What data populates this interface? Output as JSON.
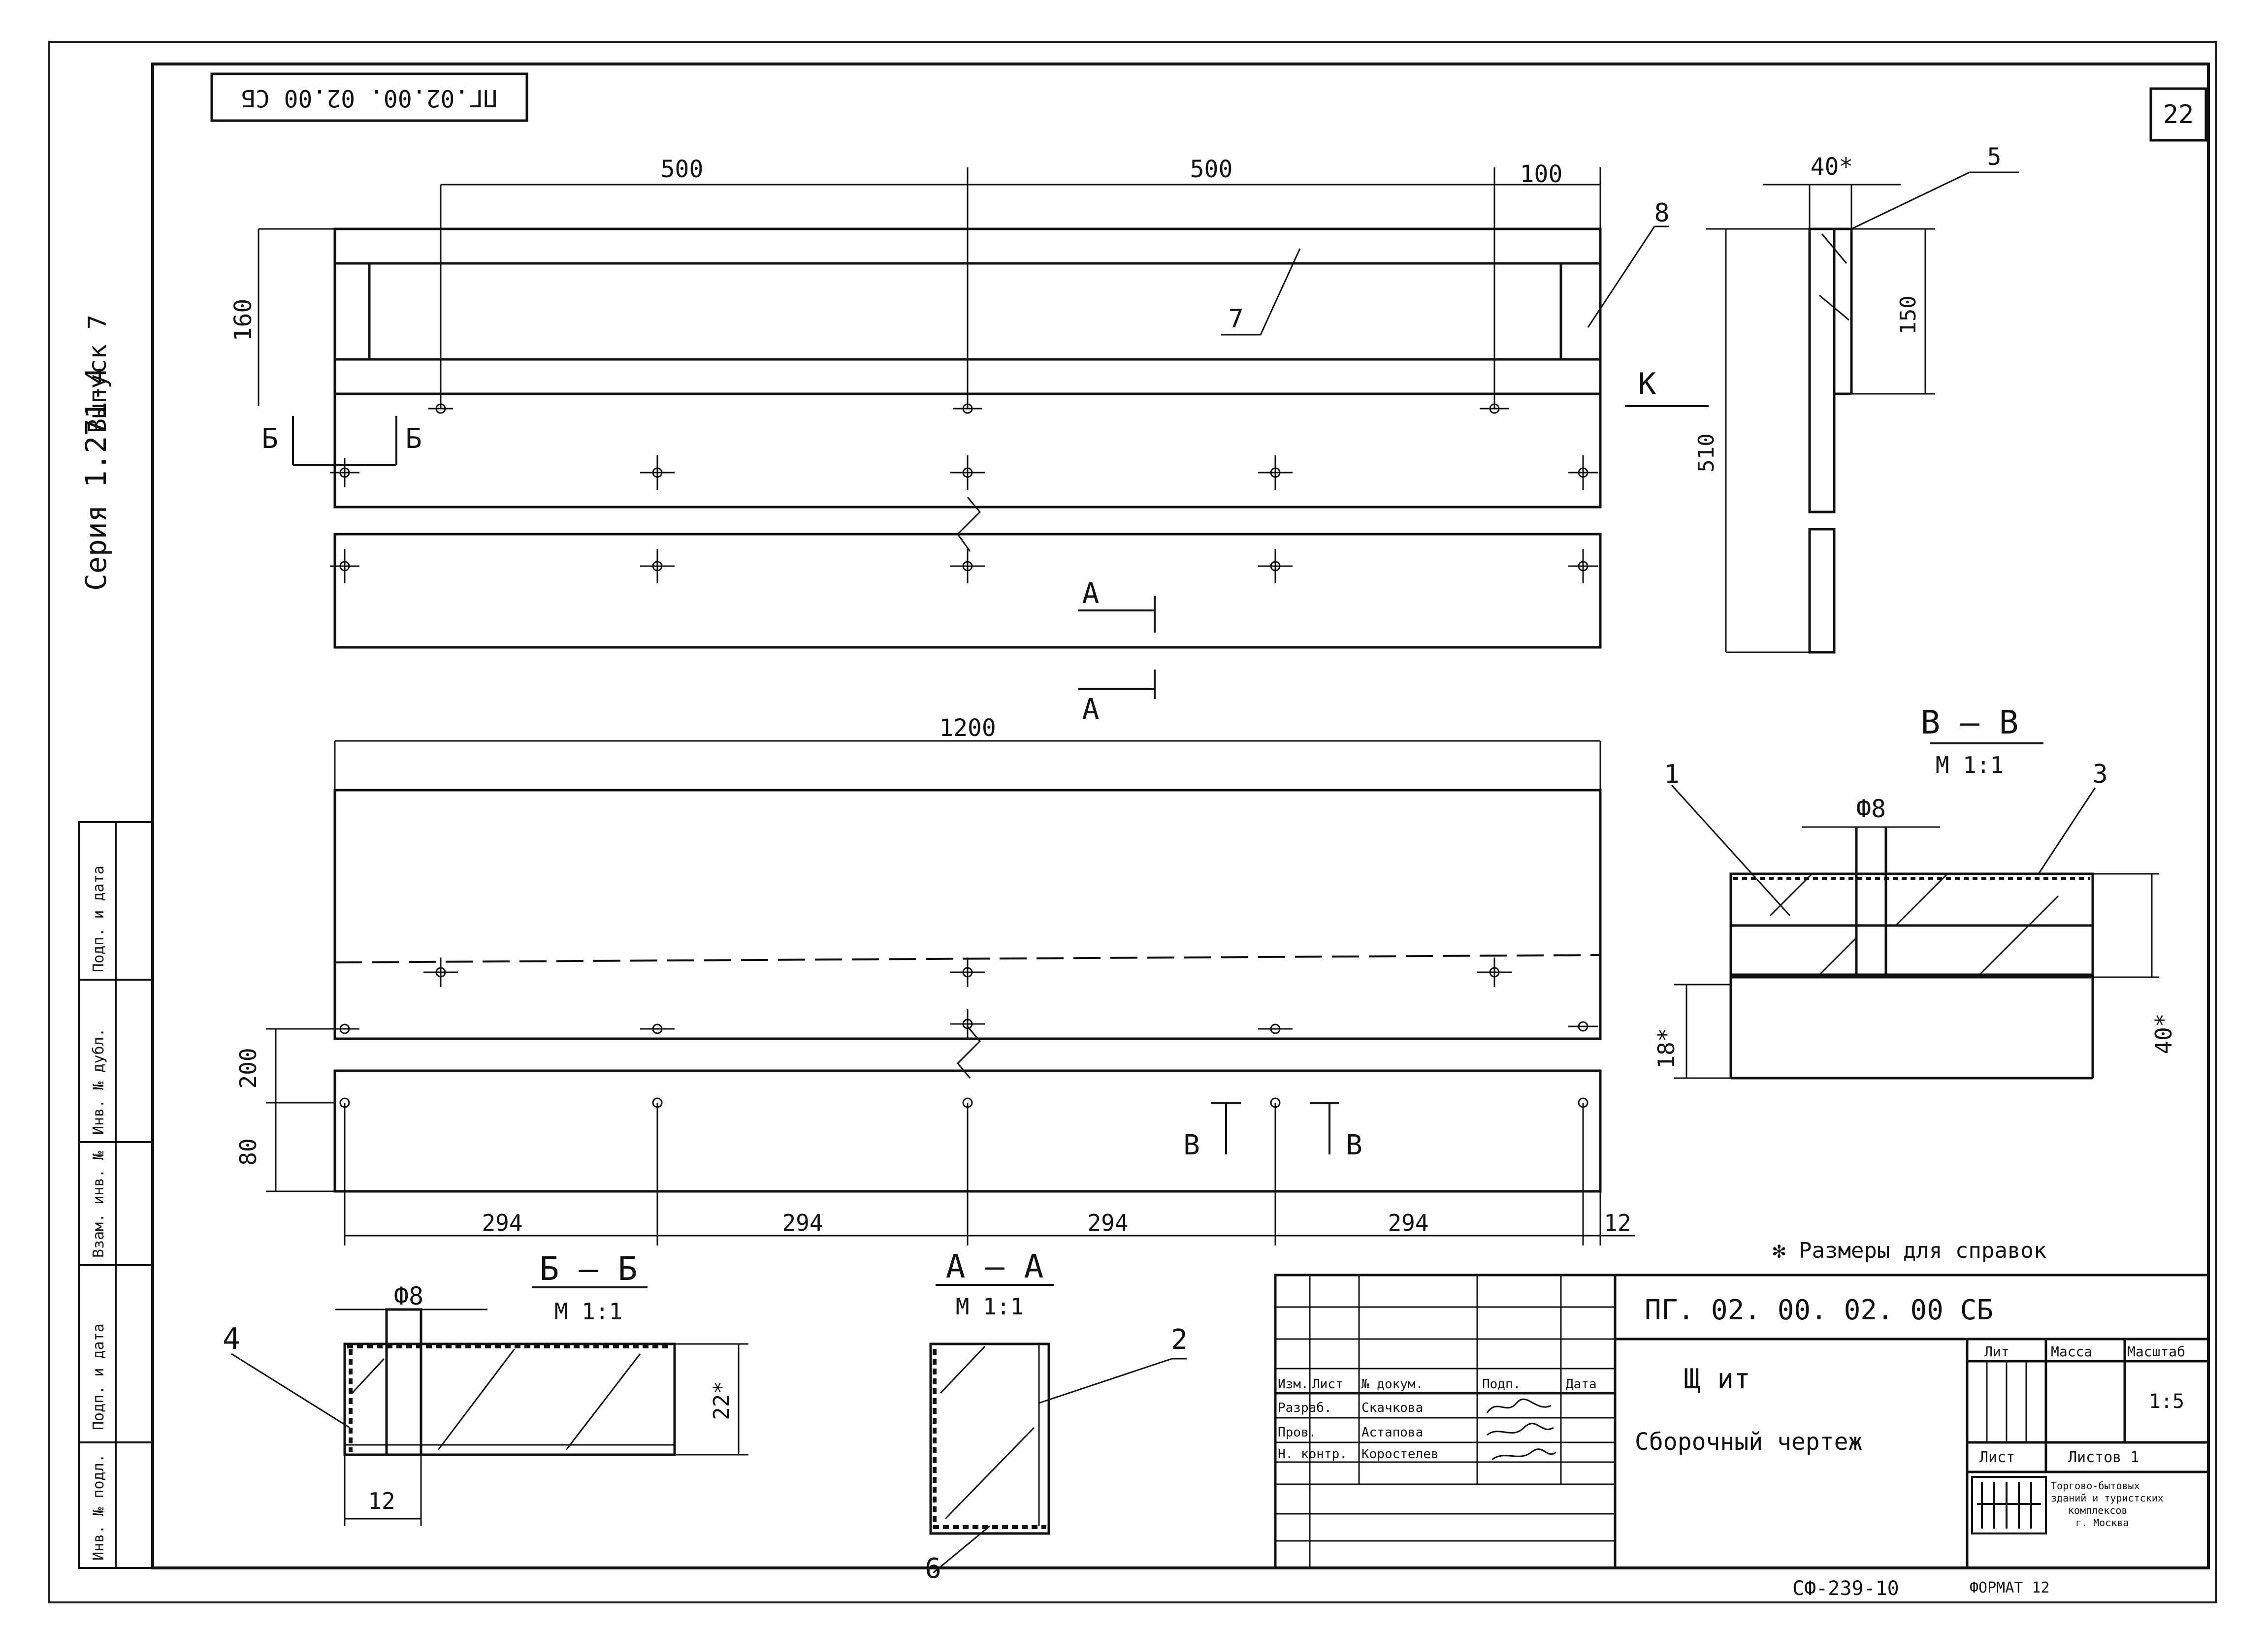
{
  "sheet": {
    "number": "22",
    "code_rotated": "ПГ.02.00. 02.00 СБ",
    "series": "Серия 1.271-4",
    "issue": "Выпуск 7",
    "format": "ФОРМАТ 12",
    "stamp_bottom": "СФ-239-10",
    "note": "✻ Размеры для справок"
  },
  "side_stamp": {
    "cells": [
      "Инв. № подл.",
      "Подп. и дата",
      "Взам. инв. №",
      "Инв. № дубл.",
      "Подп. и дата"
    ]
  },
  "top_view": {
    "dim_500a": "500",
    "dim_500b": "500",
    "dim_100": "100",
    "dim_160": "160",
    "label_7": "7",
    "label_8": "8",
    "section_b_left": "Б",
    "section_b_right": "Б",
    "section_a_top": "А",
    "section_a_bottom": "А",
    "view_k": "К"
  },
  "side_view": {
    "dim_40": "40*",
    "label_5": "5",
    "dim_150": "150",
    "dim_510": "510"
  },
  "front_view": {
    "dim_1200": "1200",
    "dim_200": "200",
    "dim_80": "80",
    "dim_294a": "294",
    "dim_294b": "294",
    "dim_294c": "294",
    "dim_294d": "294",
    "dim_12": "12",
    "section_v_left": "В",
    "section_v_right": "В"
  },
  "section_vv": {
    "title": "В – В",
    "scale": "М 1:1",
    "label_1": "1",
    "label_3": "3",
    "dia": "Ф8",
    "dim_40": "40*",
    "dim_18": "18*"
  },
  "section_bb": {
    "title": "Б – Б",
    "scale": "М 1:1",
    "dia": "Ф8",
    "label_4": "4",
    "dim_22": "22*",
    "dim_12": "12"
  },
  "section_aa": {
    "title": "А – А",
    "scale": "М 1:1",
    "label_2": "2",
    "label_6": "6"
  },
  "title_block": {
    "doc_code": "ПГ. 02. 00. 02. 00 СБ",
    "name_line1": "Щ ит",
    "name_line2": "Сборочный чертеж",
    "headers": [
      "Изм.",
      "Лист",
      "№ докум.",
      "Подп.",
      "Дата"
    ],
    "roles": [
      "Разраб.",
      "Пров.",
      "Н. контр."
    ],
    "names": [
      "Скачкова",
      "Астапова",
      "Коростелев"
    ],
    "lit": "Лит",
    "mass": "Масса",
    "scale_h": "Масштаб",
    "scale_v": "1:5",
    "sheet_label": "Лист",
    "sheets_label": "Листов 1",
    "org_line1": "Торгово-бытовых",
    "org_line2": "зданий и туристских",
    "org_line3": "комплексов",
    "org_line4": "г. Москва"
  }
}
